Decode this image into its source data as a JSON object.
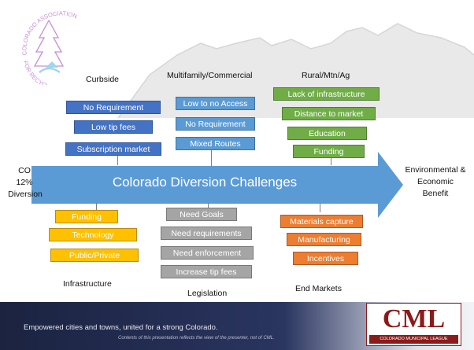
{
  "logo": {
    "ring_top": "COLORADO ASSOCIATION",
    "ring_bottom": "FOR RECYCLING"
  },
  "left_label": {
    "line1": "CO",
    "line2": "12%",
    "line3": "Diversion"
  },
  "right_label": {
    "line1": "Environmental &",
    "line2": "Economic",
    "line3": "Benefit"
  },
  "arrow": {
    "title": "Colorado Diversion Challenges"
  },
  "top_groups": [
    {
      "heading": "Curbside",
      "items": [
        "No Requirement",
        "Low tip fees",
        "Subscription market"
      ]
    },
    {
      "heading": "Multifamily/Commercial",
      "items": [
        "Low to no Access",
        "No Requirement",
        "Mixed Routes"
      ]
    },
    {
      "heading": "Rural/Mtn/Ag",
      "items": [
        "Lack of infrastructure",
        "Distance to market",
        "Education",
        "Funding"
      ]
    }
  ],
  "bottom_groups": [
    {
      "heading": "Infrastructure",
      "items": [
        "Funding",
        "Technology",
        "Public/Private"
      ]
    },
    {
      "heading": "Legislation",
      "items": [
        "Need Goals",
        "Need requirements",
        "Need enforcement",
        "Increase tip fees"
      ]
    },
    {
      "heading": "End Markets",
      "items": [
        "Materials capture",
        "Manufacturing",
        "Incentives"
      ]
    }
  ],
  "footer": {
    "tagline": "Empowered cities and towns, united for a strong Colorado.",
    "disclaimer": "Contents of this presentation reflects the view of the presenter, not of CML.",
    "cml_logo": "CML",
    "cml_sub": "COLORADO MUNICIPAL LEAGUE"
  },
  "colors": {
    "arrow": "#5b9bd5",
    "footer": "#1b2340",
    "cml_red": "#8b1a1a"
  }
}
